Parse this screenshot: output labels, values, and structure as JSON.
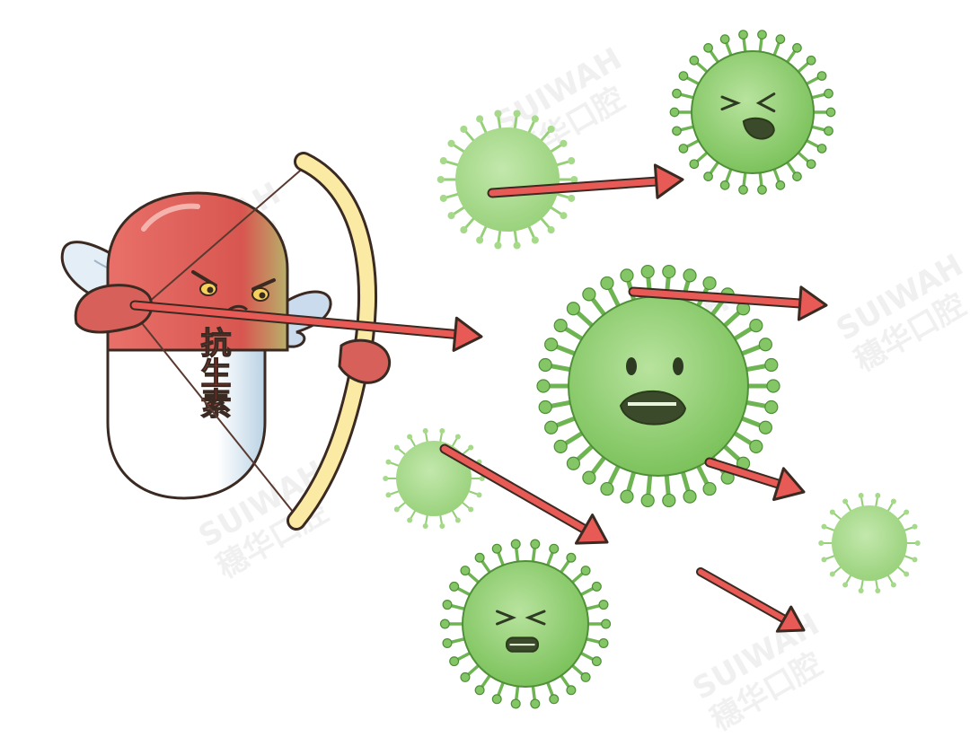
{
  "illustration": {
    "pill_label": "抗生素",
    "watermark": {
      "brand_latin": "SUIWAH",
      "brand_cn": "穗华口腔"
    }
  },
  "colors": {
    "pill_red": "#e0615c",
    "pill_red_dark": "#b83f3c",
    "pill_white": "#ffffff",
    "pill_shadow": "#bcd3e3",
    "bow": "#fbe9a6",
    "bow_outline": "#3a2a22",
    "arrow": "#e85a55",
    "arrow_outline": "#3a2a22",
    "virus_light": "#a9dc8c",
    "virus_body": "#8fcf6f",
    "virus_dark": "#5fae45",
    "wing": "#d9e6f2",
    "watermark": "#e9e9e9"
  }
}
